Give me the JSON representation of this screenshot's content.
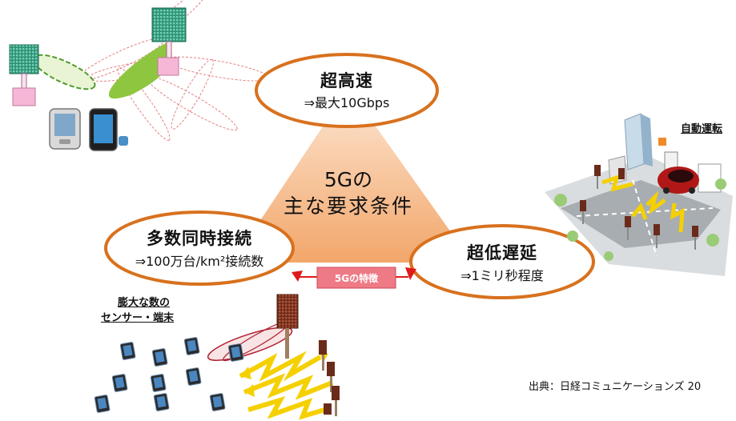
{
  "center": {
    "line1": "5Gの",
    "line2": "主な要求条件"
  },
  "requirements": {
    "speed": {
      "title": "超高速",
      "detail": "⇒最大10Gbps"
    },
    "connections": {
      "title": "多数同時接続",
      "detail": "⇒100万台/km²接続数"
    },
    "latency": {
      "title": "超低遅延",
      "detail": "⇒1ミリ秒程度"
    }
  },
  "badge": "5Gの特徴",
  "labels": {
    "sensors_line1": "膨大な数の",
    "sensors_line2": "センサー・端末",
    "autonomous": "自動運転"
  },
  "source": "出典：日経コミュニケーションズ 20",
  "colors": {
    "ellipse_border": "#d8711e",
    "triangle_top": "#fce2cc",
    "triangle_bottom": "#f2a66a",
    "badge": "#ee7a86",
    "arrow": "#e01a1a",
    "antenna": "#2aa38a",
    "base": "#f6b6d6",
    "beam": "#8ec63f",
    "zigzag": "#f5d000"
  }
}
